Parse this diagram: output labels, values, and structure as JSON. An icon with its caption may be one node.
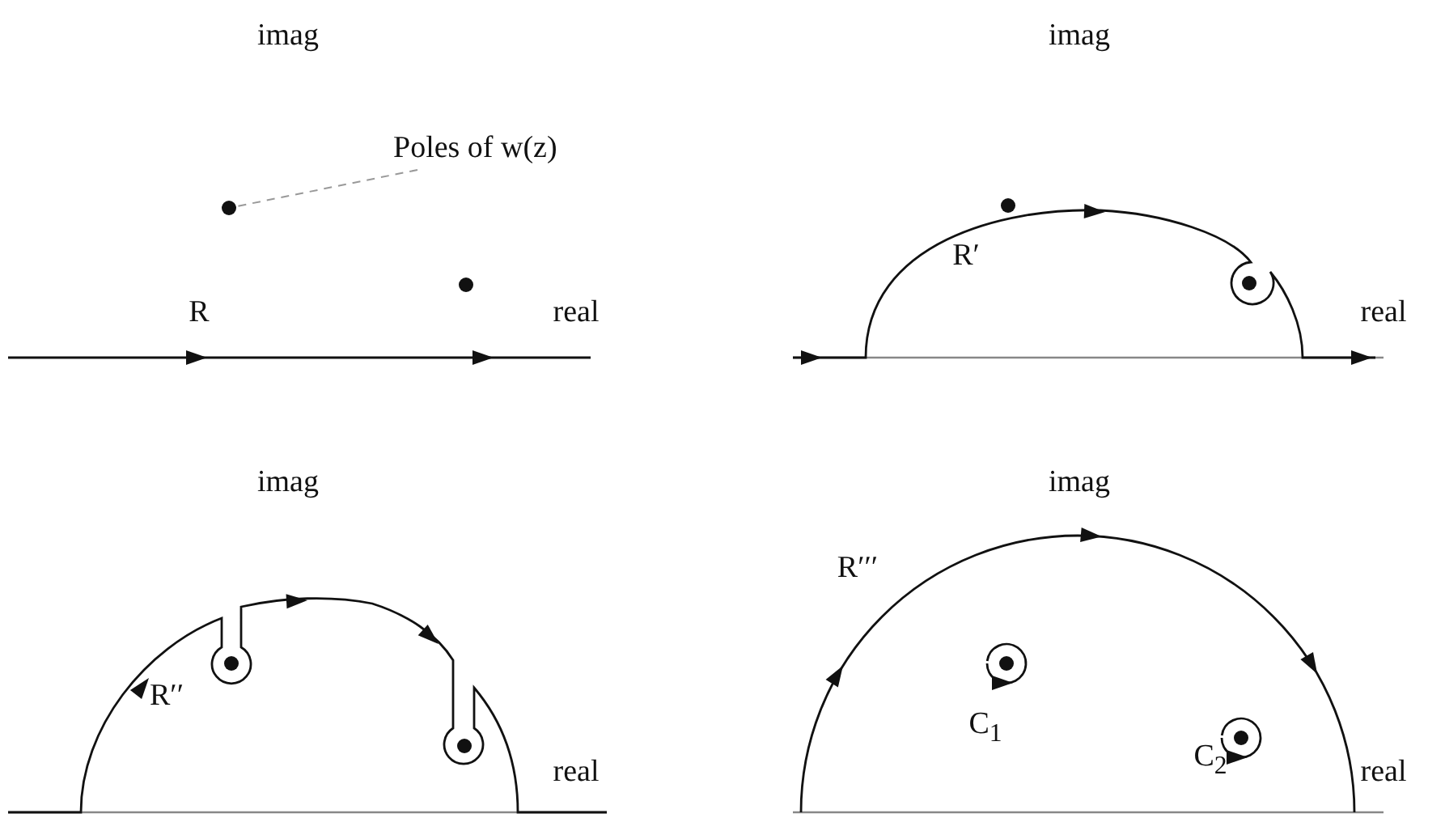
{
  "diagram": {
    "nodes": [
      {
        "text": [
          "Poles of w(z)"
        ]
      },
      {
        "text": [],
        "shape": "circle"
      }
    ],
    "edges": [
      {
        "from": 0,
        "to": 1,
        "arrow": "none",
        "style": "dashed"
      }
    ],
    "labels": [
      "imag",
      "imag",
      "R",
      "real",
      "R′",
      "real",
      "imag",
      "imag",
      "R′′",
      "real",
      "R′′′",
      "C$_{1}$",
      "C$_{2}$",
      "real"
    ]
  }
}
